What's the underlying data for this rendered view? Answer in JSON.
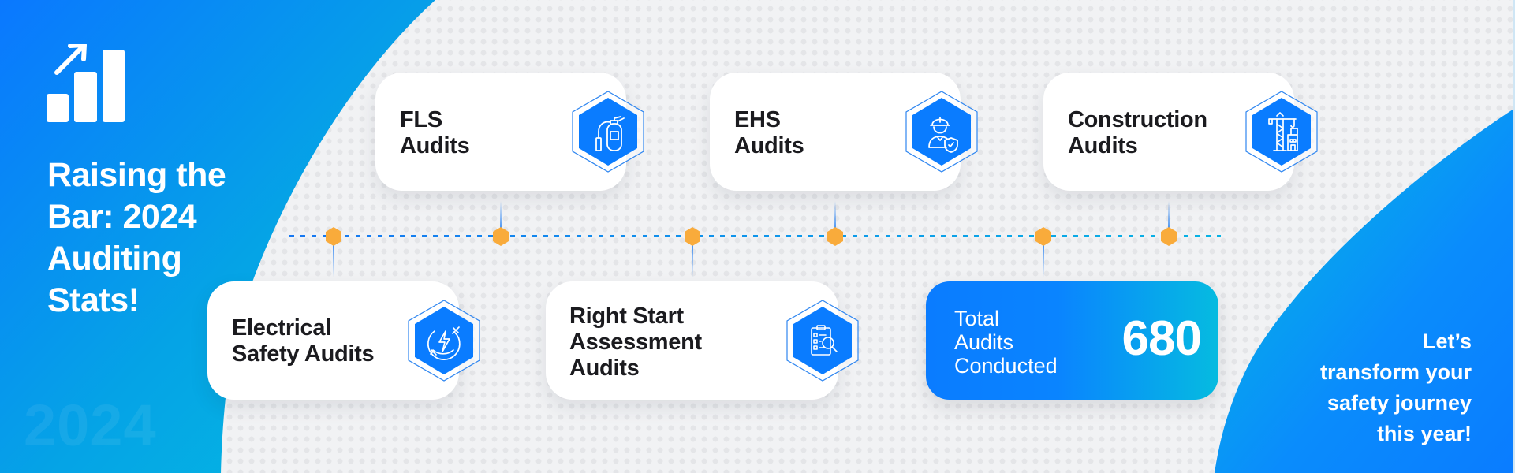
{
  "hero": {
    "icon": "bar-chart-growth-icon",
    "title_lines": [
      "Raising the",
      "Bar: 2024",
      "Auditing",
      "Stats!"
    ],
    "watermark": "2024"
  },
  "cta": {
    "lines": [
      "Let’s",
      "transform your",
      "safety journey",
      "this year!"
    ]
  },
  "cards": [
    {
      "id": "fls",
      "label_lines": [
        "FLS",
        "Audits"
      ],
      "icon": "fire-extinguisher-icon"
    },
    {
      "id": "ehs",
      "label_lines": [
        "EHS",
        "Audits"
      ],
      "icon": "safety-worker-icon"
    },
    {
      "id": "construction",
      "label_lines": [
        "Construction",
        "Audits"
      ],
      "icon": "construction-crane-icon"
    },
    {
      "id": "electrical",
      "label_lines": [
        "Electrical",
        "Safety Audits"
      ],
      "icon": "electrical-bolt-icon"
    },
    {
      "id": "right-start",
      "label_lines": [
        "Right Start",
        "Assessment",
        "Audits"
      ],
      "icon": "clipboard-search-icon"
    }
  ],
  "total": {
    "label_lines": [
      "Total",
      "Audits",
      "Conducted"
    ],
    "value": "680"
  },
  "colors": {
    "primary_blue": "#0a7cff",
    "cyan": "#05bbe0",
    "node_orange": "#f9ab3b",
    "background": "#f1f2f4",
    "text_dark": "#1b1b1f"
  }
}
